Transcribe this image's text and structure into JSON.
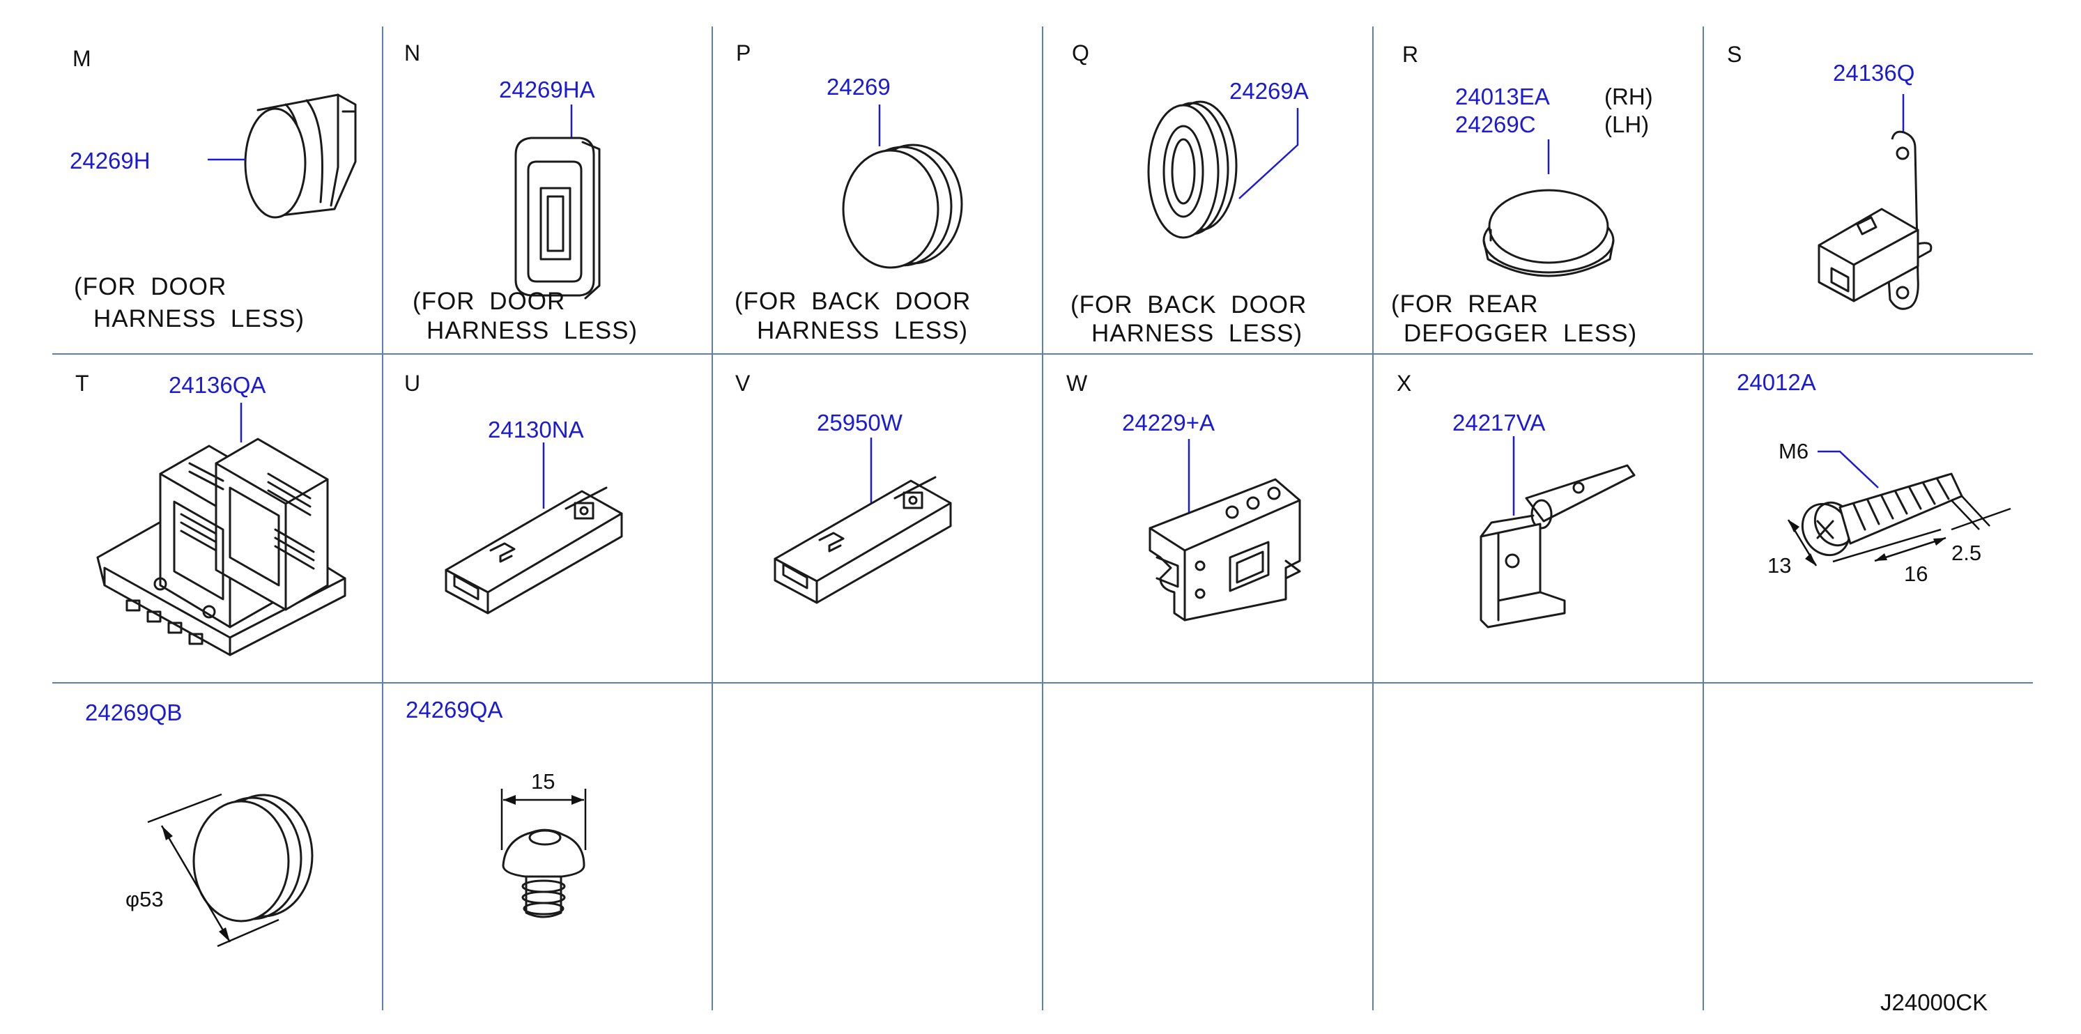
{
  "cells": {
    "m": {
      "letter": "M",
      "pn": "24269H",
      "note1": "(FOR DOOR",
      "note2": "HARNESS LESS)"
    },
    "n": {
      "letter": "N",
      "pn": "24269HA",
      "note1": "(FOR DOOR",
      "note2": "HARNESS LESS)"
    },
    "p": {
      "letter": "P",
      "pn": "24269",
      "note1": "(FOR BACK DOOR",
      "note2": "HARNESS LESS)"
    },
    "q": {
      "letter": "Q",
      "pn": "24269A",
      "note1": "(FOR BACK DOOR",
      "note2": "HARNESS LESS)"
    },
    "r": {
      "letter": "R",
      "pn1": "24013EA",
      "side1": "(RH)",
      "pn2": "24269C",
      "side2": "(LH)",
      "note1": "(FOR REAR",
      "note2": "DEFOGGER LESS)"
    },
    "s": {
      "letter": "S",
      "pn": "24136Q"
    },
    "t": {
      "letter": "T",
      "pn": "24136QA"
    },
    "u": {
      "letter": "U",
      "pn": "24130NA"
    },
    "v": {
      "letter": "V",
      "pn": "25950W"
    },
    "w": {
      "letter": "W",
      "pn": "24229+A"
    },
    "x": {
      "letter": "X",
      "pn": "24217VA"
    },
    "bolt": {
      "pn": "24012A",
      "thread": "M6",
      "dim_head": "13",
      "dim_length": "16",
      "dim_flange": "2.5"
    },
    "grommet": {
      "pn": "24269QB",
      "diameter": "φ53"
    },
    "clip": {
      "pn": "24269QA",
      "dim_width": "15"
    }
  },
  "drawing_code": "J24000CK",
  "colors": {
    "part_number": "#1a1ad8",
    "grid": "#5a7fb8",
    "linework": "#1a1a1a"
  }
}
